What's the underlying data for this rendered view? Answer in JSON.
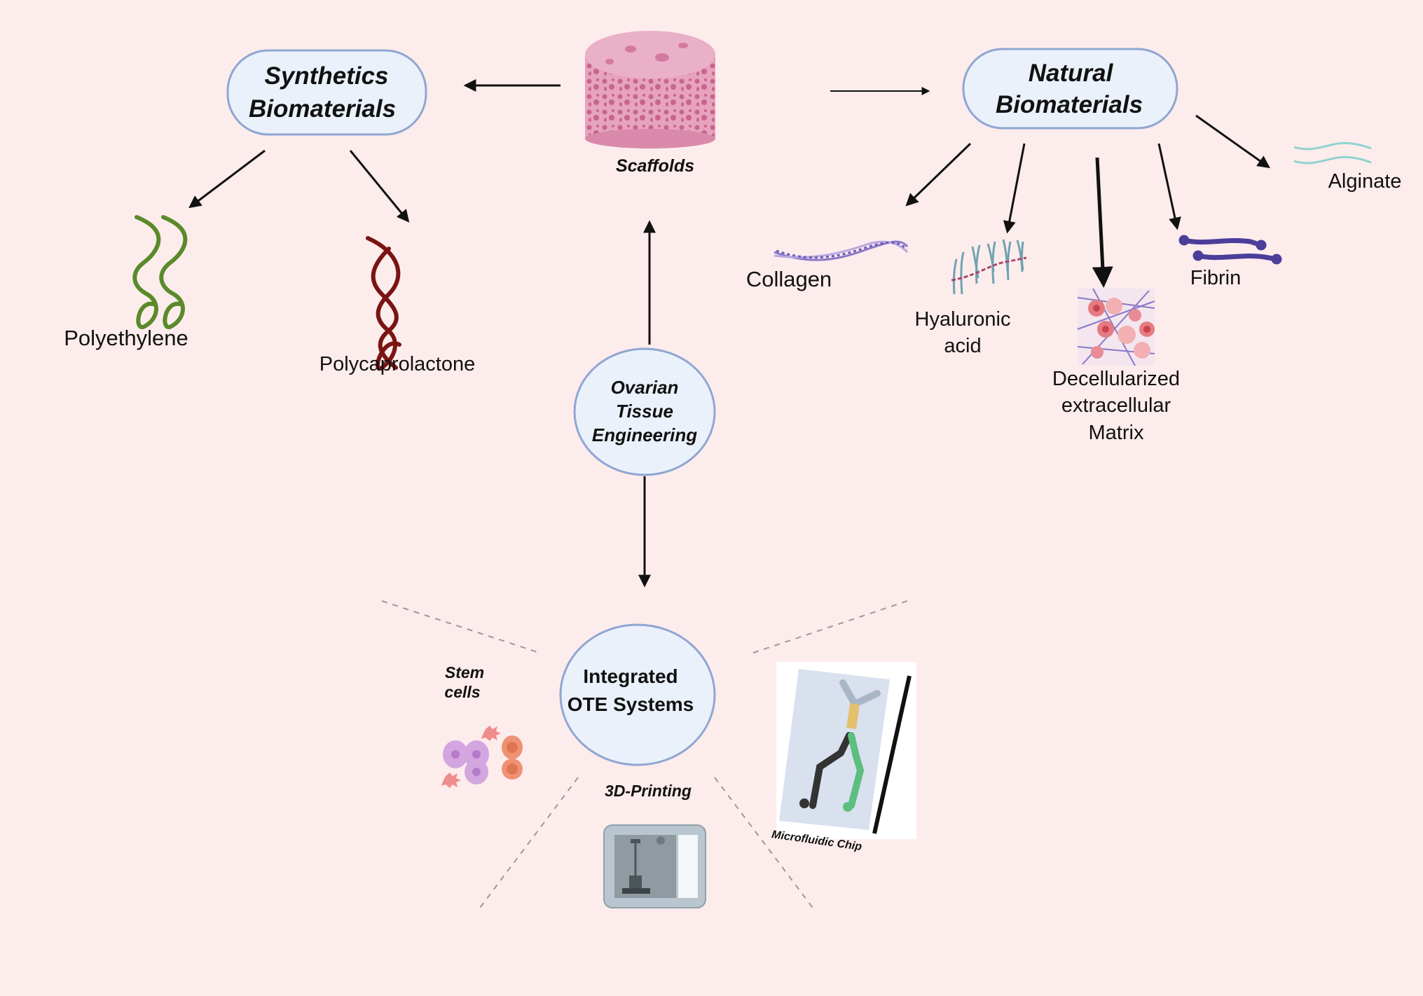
{
  "diagram": {
    "center": {
      "lines": [
        "Ovarian",
        "Tissue",
        "Engineering"
      ]
    },
    "scaffolds": {
      "label": "Scaffolds"
    },
    "synthetic": {
      "title_lines": [
        "Synthetics",
        "Biomaterials"
      ],
      "items": [
        {
          "label": "Polyethylene"
        },
        {
          "label": "Polycaprolactone"
        }
      ]
    },
    "natural": {
      "title_lines": [
        "Natural",
        "Biomaterials"
      ],
      "items": [
        {
          "lines": [
            "Collagen"
          ]
        },
        {
          "lines": [
            "Hyaluronic",
            "acid"
          ]
        },
        {
          "lines": [
            "Decellularized",
            "extracellular",
            "Matrix"
          ]
        },
        {
          "lines": [
            "Fibrin"
          ]
        },
        {
          "lines": [
            "Alginate"
          ]
        }
      ]
    },
    "integrated": {
      "title_lines": [
        "Integrated",
        "OTE Systems"
      ],
      "components": [
        {
          "lines": [
            "Stem",
            "cells"
          ]
        },
        {
          "lines": [
            "3D-Printing"
          ]
        },
        {
          "lines": [
            "Microfluidic Chip"
          ]
        }
      ]
    },
    "colors": {
      "background": "#fdecec",
      "node_fill": "#eaf1fb",
      "node_stroke": "#8fa6d2",
      "polyethylene": "#5a8a2a",
      "polycaprolactone": "#7a1414",
      "scaffold": "#e39ab6",
      "collagen": "#8a78c8",
      "hyaluronic": "#6fa3b0",
      "fibrin": "#4b3e9a",
      "alginate": "#8fd3cf",
      "chip_green": "#5cbf7e",
      "chip_gold": "#e3bf6e"
    }
  }
}
